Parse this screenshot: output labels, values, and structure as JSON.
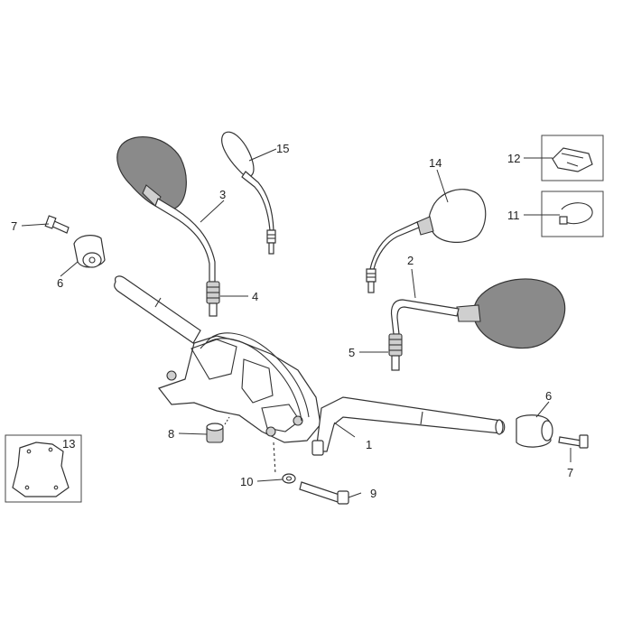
{
  "callouts": {
    "c1": "1",
    "c2": "2",
    "c3": "3",
    "c4": "4",
    "c5": "5",
    "c6a": "6",
    "c6b": "6",
    "c7a": "7",
    "c7b": "7",
    "c8": "8",
    "c9": "9",
    "c10": "10",
    "c11": "11",
    "c12": "12",
    "c13": "13",
    "c14": "14",
    "c15": "15"
  }
}
